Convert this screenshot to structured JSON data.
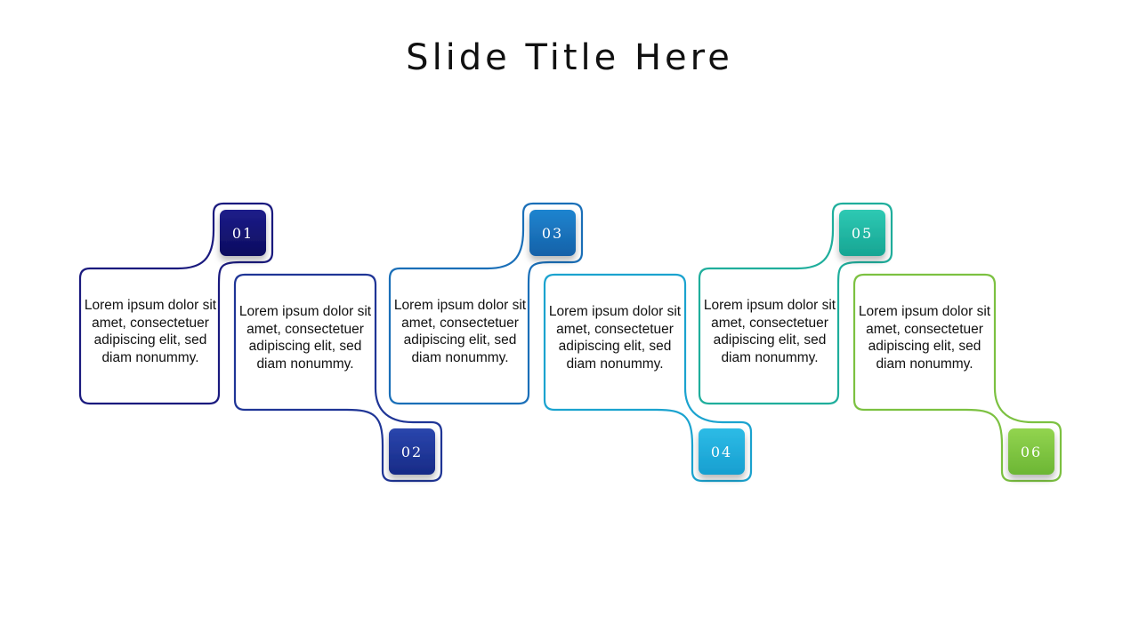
{
  "title": "Slide Title Here",
  "steps": [
    {
      "number": "01",
      "text": "Lorem ipsum dolor sit amet, consectetuer adipiscing elit, sed diam nonummy.",
      "color": "#1a1a7e",
      "badge_top": "#1d1d8a",
      "badge_bottom": "#0c0c5e"
    },
    {
      "number": "02",
      "text": "Lorem ipsum dolor sit amet, consectetuer adipiscing elit, sed diam nonummy.",
      "color": "#1f3596",
      "badge_top": "#2a46ad",
      "badge_bottom": "#172a86"
    },
    {
      "number": "03",
      "text": "Lorem ipsum dolor sit amet, consectetuer adipiscing elit, sed diam nonummy.",
      "color": "#1a6fb8",
      "badge_top": "#1f84cf",
      "badge_bottom": "#1561a8"
    },
    {
      "number": "04",
      "text": "Lorem ipsum dolor sit amet, consectetuer adipiscing elit, sed diam nonummy.",
      "color": "#1ba3cf",
      "badge_top": "#2dbbe6",
      "badge_bottom": "#179fd0"
    },
    {
      "number": "05",
      "text": "Lorem ipsum dolor sit amet, consectetuer adipiscing elit, sed diam nonummy.",
      "color": "#1fae9c",
      "badge_top": "#2ec9b3",
      "badge_bottom": "#16a593"
    },
    {
      "number": "06",
      "text": "Lorem ipsum dolor sit amet, consectetuer adipiscing elit, sed diam nonummy.",
      "color": "#7cc141",
      "badge_top": "#92d44f",
      "badge_bottom": "#6cb634"
    }
  ]
}
